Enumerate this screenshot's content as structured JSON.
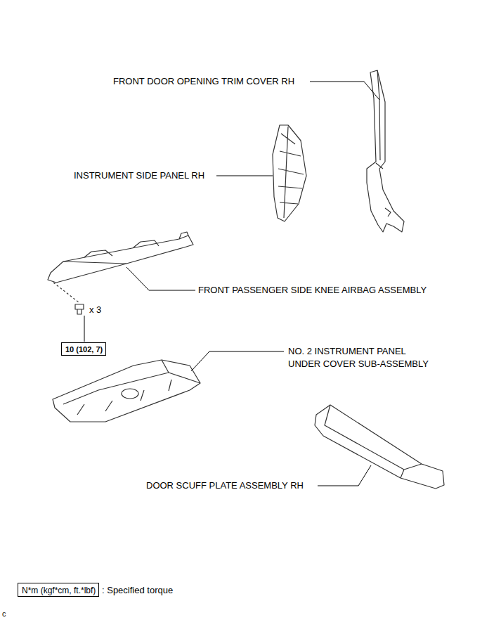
{
  "diagram": {
    "nodes": [
      {
        "text": [
          "10 (102, 7)"
        ]
      },
      {
        "text": [
          "N*m (kgf*cm, ft.*lbf)"
        ]
      }
    ],
    "labels": [
      "FRONT DOOR OPENING TRIM COVER RH",
      "INSTRUMENT SIDE PANEL RH",
      "FRONT PASSENGER SIDE KNEE AIRBAG ASSEMBLY",
      "x 3",
      "NO. 2 INSTRUMENT PANEL UNDER COVER SUB-ASSEMBLY",
      "DOOR SCUFF PLATE ASSEMBLY RH",
      ": Specified torque",
      "c"
    ]
  }
}
